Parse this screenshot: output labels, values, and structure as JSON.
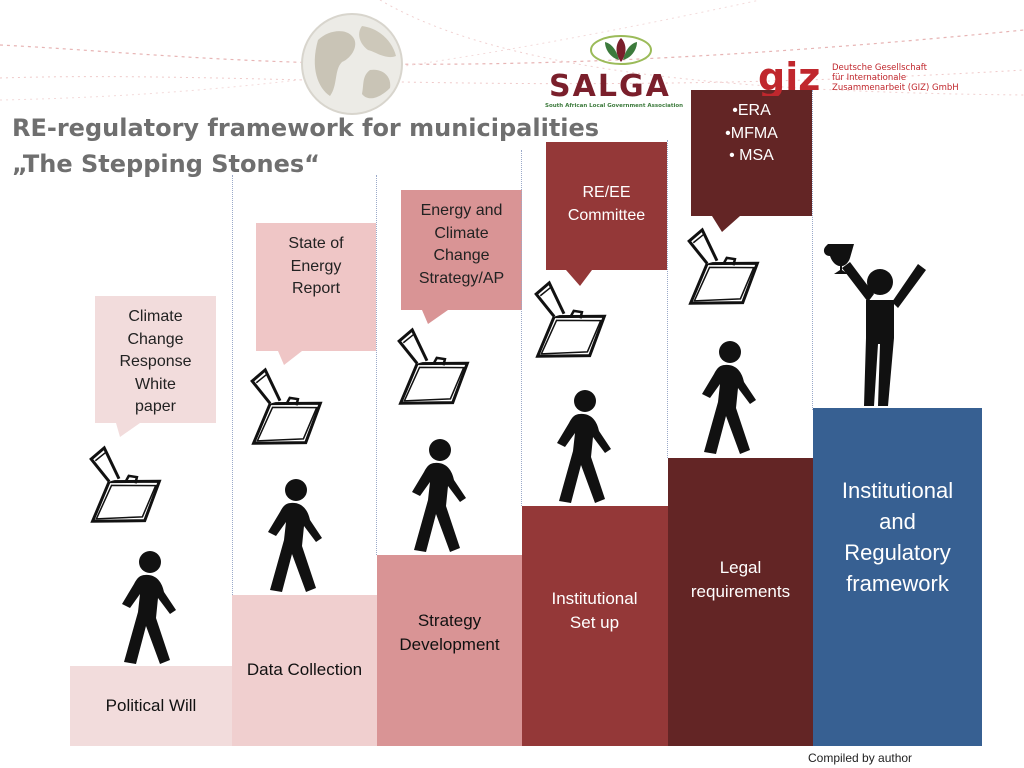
{
  "title": {
    "line1": "RE-regulatory framework for municipalities",
    "line2": "„The Stepping Stones“"
  },
  "logos": {
    "salga_name": "SALGA",
    "salga_sub": "South African Local Government Association",
    "giz_mark": "giz",
    "giz_line1": "Deutsche Gesellschaft",
    "giz_line2": "für Internationale",
    "giz_line3": "Zusammenarbeit (GIZ) GmbH"
  },
  "steps": [
    {
      "label": "Political Will",
      "color": "#f2dcdc"
    },
    {
      "label": "Data Collection",
      "color": "#f0cfcf"
    },
    {
      "label": "Strategy Development",
      "color": "#d99495"
    },
    {
      "label": "Institutional Set up",
      "color": "#943838"
    },
    {
      "label": "Legal requirements",
      "color": "#632525"
    },
    {
      "label": "Institutional and Regulatory framework",
      "color": "#376092"
    }
  ],
  "bubbles": [
    {
      "lines": [
        "Climate",
        "Change",
        "Response",
        "White",
        "paper"
      ]
    },
    {
      "lines": [
        "State of",
        "Energy",
        "Report"
      ]
    },
    {
      "lines": [
        "Energy and",
        "Climate",
        "Change",
        "Strategy/AP"
      ]
    },
    {
      "lines": [
        "RE/EE",
        "Committee"
      ]
    },
    {
      "lines": [
        "•ERA",
        "•MFMA",
        "• MSA"
      ]
    }
  ],
  "credit": "Compiled by author"
}
